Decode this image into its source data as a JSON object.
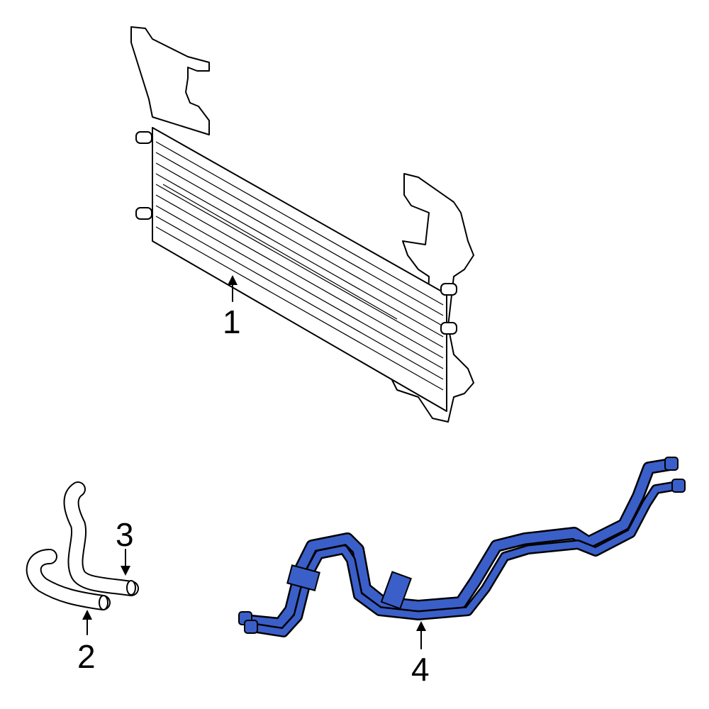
{
  "diagram": {
    "callouts": [
      {
        "number": "1",
        "part": "cooler"
      },
      {
        "number": "2",
        "part": "hose"
      },
      {
        "number": "3",
        "part": "hose"
      },
      {
        "number": "4",
        "part": "tube-assembly"
      }
    ],
    "highlight_color": "#3b5fc9",
    "line_color": "#000000"
  }
}
